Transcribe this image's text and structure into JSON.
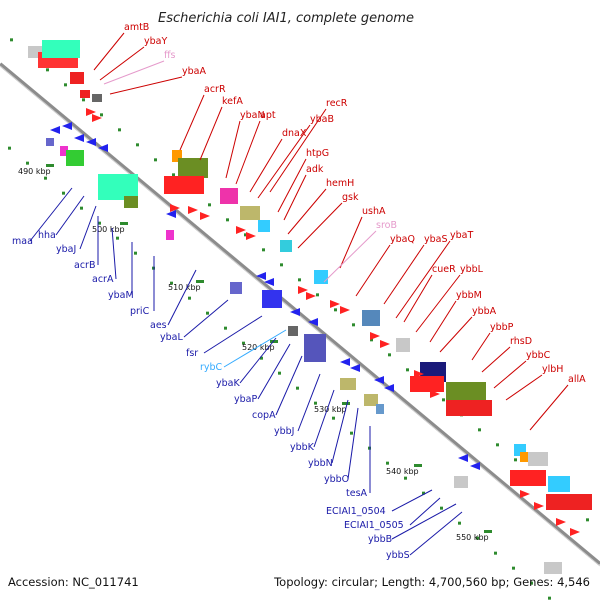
{
  "title": "Escherichia coli IAI1, complete genome",
  "footer": {
    "accession": "Accession: NC_011741",
    "topology": "Topology: circular; Length: 4,700,560 bp; Genes: 4,546"
  },
  "colors": {
    "forward_label": "#cc0000",
    "reverse_label": "#1a1aa8",
    "rna_forward": "#e59acb",
    "rna_reverse": "#33aaff",
    "backbone": "#8c8c8c",
    "tick": "#2e8b2e"
  },
  "kbp_ticks": [
    {
      "label": "490 kbp"
    },
    {
      "label": "500 kbp"
    },
    {
      "label": "510 kbp"
    },
    {
      "label": "520 kbp"
    },
    {
      "label": "530 kbp"
    },
    {
      "label": "540 kbp"
    },
    {
      "label": "550 kbp"
    }
  ],
  "labels_forward": [
    "amtB",
    "ybaY",
    "ffs",
    "ybaA",
    "acrR",
    "kefA",
    "ybaN",
    "apt",
    "recR",
    "ybaB",
    "dnaX",
    "htpG",
    "adk",
    "hemH",
    "gsk",
    "ushA",
    "sroB",
    "ybaQ",
    "ybaS",
    "ybaT",
    "cueR",
    "ybbL",
    "ybbM",
    "ybbA",
    "ybbP",
    "rhsD",
    "ybbC",
    "ylbH",
    "allA"
  ],
  "labels_reverse": [
    "maa",
    "hha",
    "ybaJ",
    "acrB",
    "acrA",
    "ybaM",
    "priC",
    "aes",
    "ybaL",
    "fsr",
    "rybC",
    "ybaK",
    "ybaP",
    "copA",
    "ybbJ",
    "ybbK",
    "ybbN",
    "ybbO",
    "tesA",
    "ECIAI1_0504",
    "ECIAI1_0505",
    "ybbB",
    "ybbS"
  ]
}
